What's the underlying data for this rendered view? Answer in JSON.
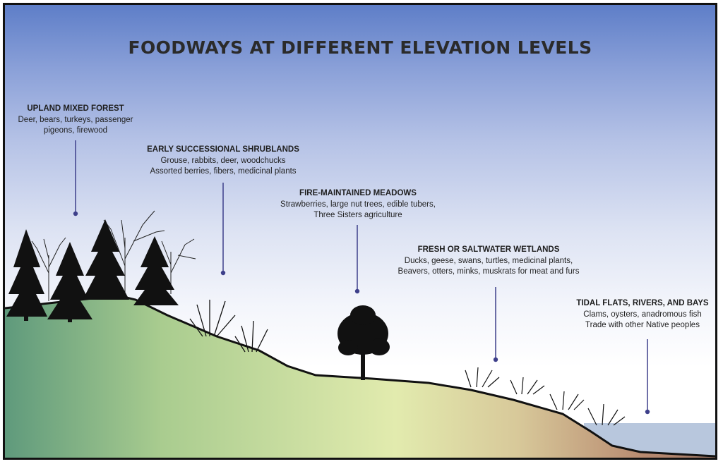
{
  "title": "FOODWAYS AT DIFFERENT ELEVATION LEVELS",
  "zones": [
    {
      "heading": "UPLAND MIXED FOREST",
      "lines": [
        "Deer, bears, turkeys, passenger",
        "pigeons, firewood"
      ]
    },
    {
      "heading": "EARLY SUCCESSIONAL SHRUBLANDS",
      "lines": [
        "Grouse, rabbits, deer, woodchucks",
        "Assorted berries, fibers, medicinal plants"
      ]
    },
    {
      "heading": "FIRE-MAINTAINED MEADOWS",
      "lines": [
        "Strawberries, large nut trees, edible tubers,",
        "Three Sisters agriculture"
      ]
    },
    {
      "heading": "FRESH OR SALTWATER WETLANDS",
      "lines": [
        "Ducks, geese, swans, turtles, medicinal plants,",
        "Beavers, otters, minks, muskrats for meat and furs"
      ]
    },
    {
      "heading": "TIDAL FLATS, RIVERS, AND BAYS",
      "lines": [
        "Clams, oysters, anadromous fish",
        "Trade with other Native peoples"
      ]
    }
  ],
  "colors": {
    "sky_top": "#5e7ec8",
    "sky_bottom": "#ffffff",
    "hill_left": "#5f9a7c",
    "hill_middle": "#e2ebae",
    "hill_right": "#b88a70",
    "water": "#b8c7dd",
    "pointer": "#3d3f8a",
    "silhouette": "#111111"
  }
}
